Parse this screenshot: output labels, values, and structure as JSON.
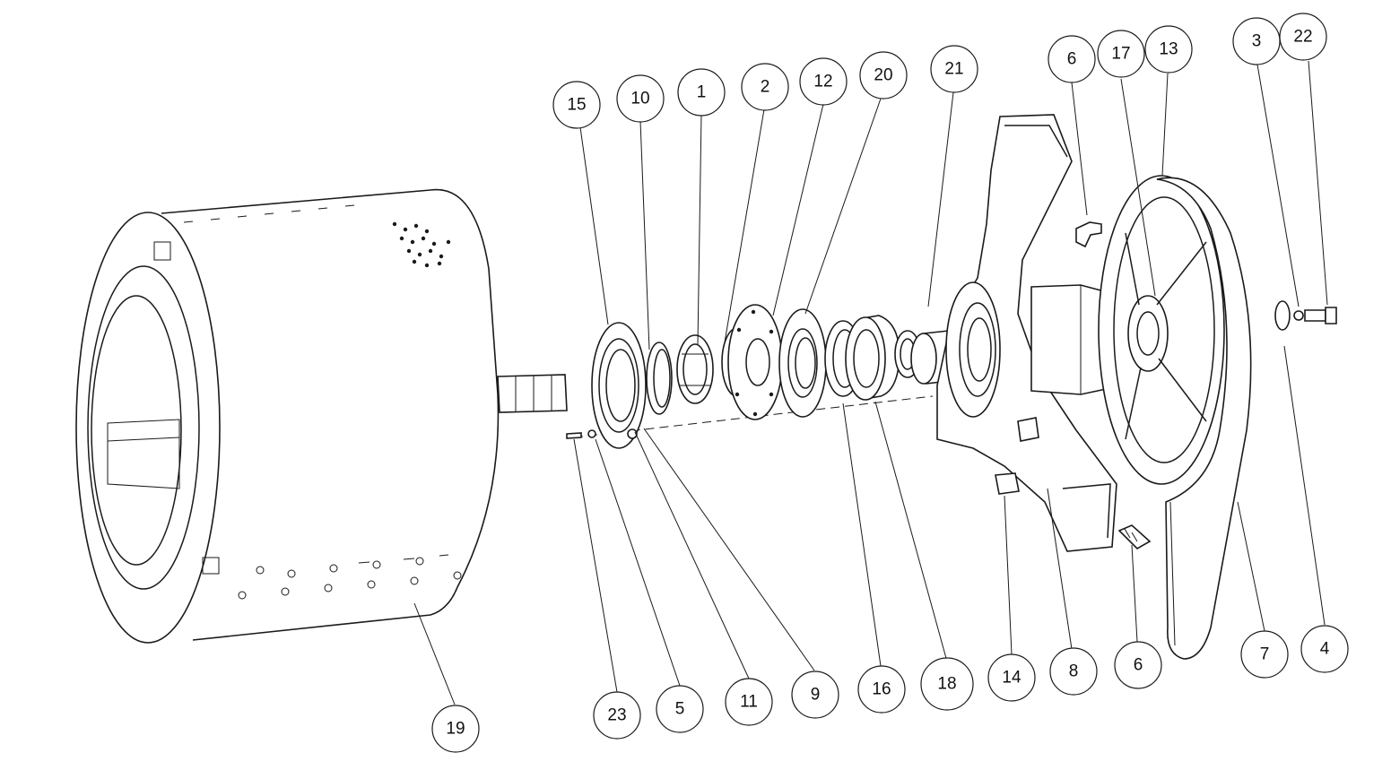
{
  "diagram": {
    "labels": [
      "15",
      "10",
      "1",
      "2",
      "12",
      "20",
      "21",
      "6",
      "17",
      "13",
      "3",
      "22",
      "19",
      "23",
      "5",
      "11",
      "9",
      "16",
      "18",
      "14",
      "8",
      "6",
      "7",
      "4"
    ],
    "highlighted_label": "18",
    "highlight_color": "#e0202a",
    "line_color": "#1a1a1a"
  }
}
